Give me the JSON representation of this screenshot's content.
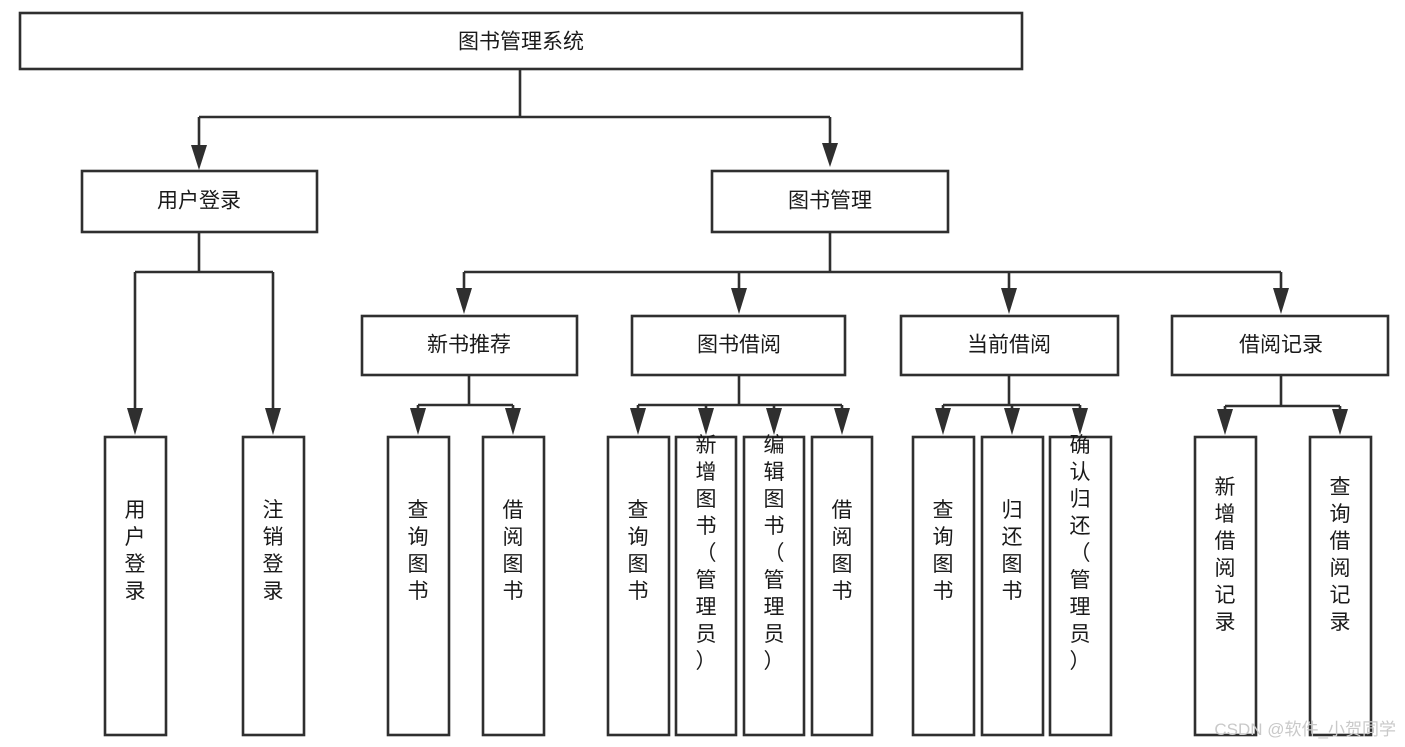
{
  "diagram": {
    "type": "hierarchy-tree",
    "title": "图书管理系统",
    "watermark": "CSDN @软件_小贺同学",
    "colors": {
      "box_stroke": "#2f2f2f",
      "box_fill": "#ffffff",
      "text": "#1a1a1a",
      "connector": "#2f2f2f",
      "background": "#ffffff",
      "watermark": "#c9c9c9"
    },
    "nodes": {
      "root": {
        "label": "图书管理系统",
        "orientation": "horizontal"
      },
      "level1": [
        {
          "id": "user-login",
          "label": "用户登录",
          "orientation": "horizontal"
        },
        {
          "id": "book-management",
          "label": "图书管理",
          "orientation": "horizontal"
        }
      ],
      "level2": [
        {
          "id": "new-book-recommend",
          "label": "新书推荐",
          "orientation": "horizontal",
          "parent": "book-management"
        },
        {
          "id": "book-borrow",
          "label": "图书借阅",
          "orientation": "horizontal",
          "parent": "book-management"
        },
        {
          "id": "current-borrow",
          "label": "当前借阅",
          "orientation": "horizontal",
          "parent": "book-management"
        },
        {
          "id": "borrow-record",
          "label": "借阅记录",
          "orientation": "horizontal",
          "parent": "book-management"
        }
      ],
      "leaves": [
        {
          "id": "leaf-user-login",
          "label": "用户登录",
          "orientation": "vertical",
          "parent": "user-login"
        },
        {
          "id": "leaf-logout",
          "label": "注销登录",
          "orientation": "vertical",
          "parent": "user-login"
        },
        {
          "id": "leaf-query-book-1",
          "label": "查询图书",
          "orientation": "vertical",
          "parent": "new-book-recommend"
        },
        {
          "id": "leaf-borrow-book-1",
          "label": "借阅图书",
          "orientation": "vertical",
          "parent": "new-book-recommend"
        },
        {
          "id": "leaf-query-book-2",
          "label": "查询图书",
          "orientation": "vertical",
          "parent": "book-borrow"
        },
        {
          "id": "leaf-add-book",
          "label": "新增图书（管理员）",
          "orientation": "vertical",
          "parent": "book-borrow"
        },
        {
          "id": "leaf-edit-book",
          "label": "编辑图书（管理员）",
          "orientation": "vertical",
          "parent": "book-borrow"
        },
        {
          "id": "leaf-borrow-book-2",
          "label": "借阅图书",
          "orientation": "vertical",
          "parent": "book-borrow"
        },
        {
          "id": "leaf-query-book-3",
          "label": "查询图书",
          "orientation": "vertical",
          "parent": "current-borrow"
        },
        {
          "id": "leaf-return-book",
          "label": "归还图书",
          "orientation": "vertical",
          "parent": "current-borrow"
        },
        {
          "id": "leaf-confirm-return",
          "label": "确认归还（管理员）",
          "orientation": "vertical",
          "parent": "current-borrow"
        },
        {
          "id": "leaf-add-record",
          "label": "新增借阅记录",
          "orientation": "vertical",
          "parent": "borrow-record"
        },
        {
          "id": "leaf-query-record",
          "label": "查询借阅记录",
          "orientation": "vertical",
          "parent": "borrow-record"
        }
      ]
    }
  }
}
